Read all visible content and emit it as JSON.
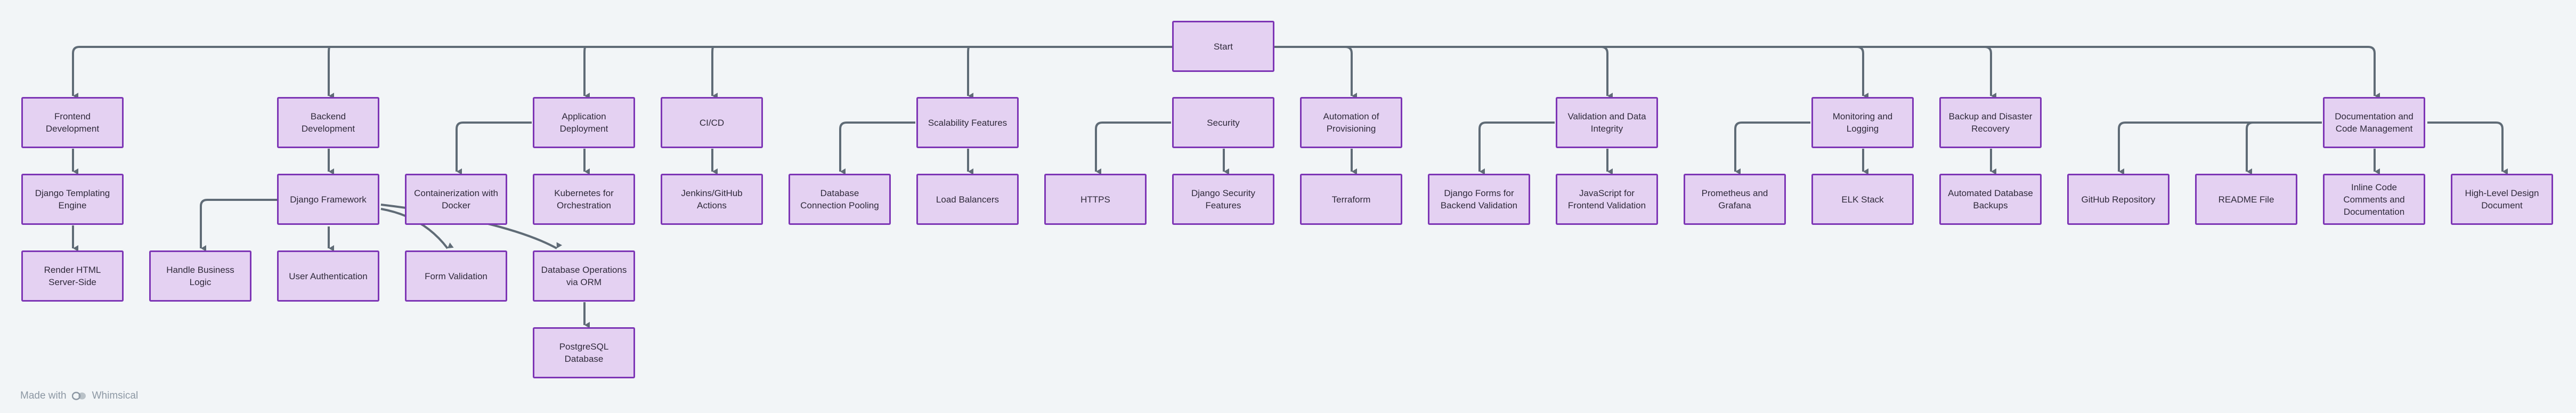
{
  "nodes": {
    "start": "Start",
    "frontend": "Frontend Development",
    "backend": "Backend Development",
    "deployment": "Application Deployment",
    "cicd": "CI/CD",
    "scalability": "Scalability Features",
    "security": "Security",
    "provisioning": "Automation of Provisioning",
    "validation": "Validation and Data Integrity",
    "monitoring": "Monitoring and Logging",
    "backup": "Backup and Disaster Recovery",
    "documentation": "Documentation and Code Management",
    "templating": "Django Templating Engine",
    "render_html": "Render HTML Server-Side",
    "django_framework": "Django Framework",
    "business_logic": "Handle Business Logic",
    "user_auth": "User Authentication",
    "form_validation": "Form Validation",
    "db_orm": "Database Operations via ORM",
    "postgres": "PostgreSQL Database",
    "docker": "Containerization with Docker",
    "kubernetes": "Kubernetes for Orchestration",
    "jenkins": "Jenkins/GitHub Actions",
    "db_pooling": "Database Connection Pooling",
    "load_balancers": "Load Balancers",
    "https": "HTTPS",
    "django_security": "Django Security Features",
    "terraform": "Terraform",
    "django_forms": "Django Forms for Backend Validation",
    "js_validation": "JavaScript for Frontend Validation",
    "prometheus": "Prometheus and Grafana",
    "elk": "ELK Stack",
    "db_backups": "Automated Database Backups",
    "github_repo": "GitHub Repository",
    "readme": "README File",
    "inline_docs": "Inline Code Comments and Documentation",
    "design_doc": "High-Level Design Document"
  },
  "watermark": {
    "prefix": "Made with",
    "brand": "Whimsical"
  },
  "colors": {
    "node_fill": "#e4d1f2",
    "node_border": "#7d35b5",
    "edge": "#5f6b76",
    "background": "#f2f5f7"
  }
}
